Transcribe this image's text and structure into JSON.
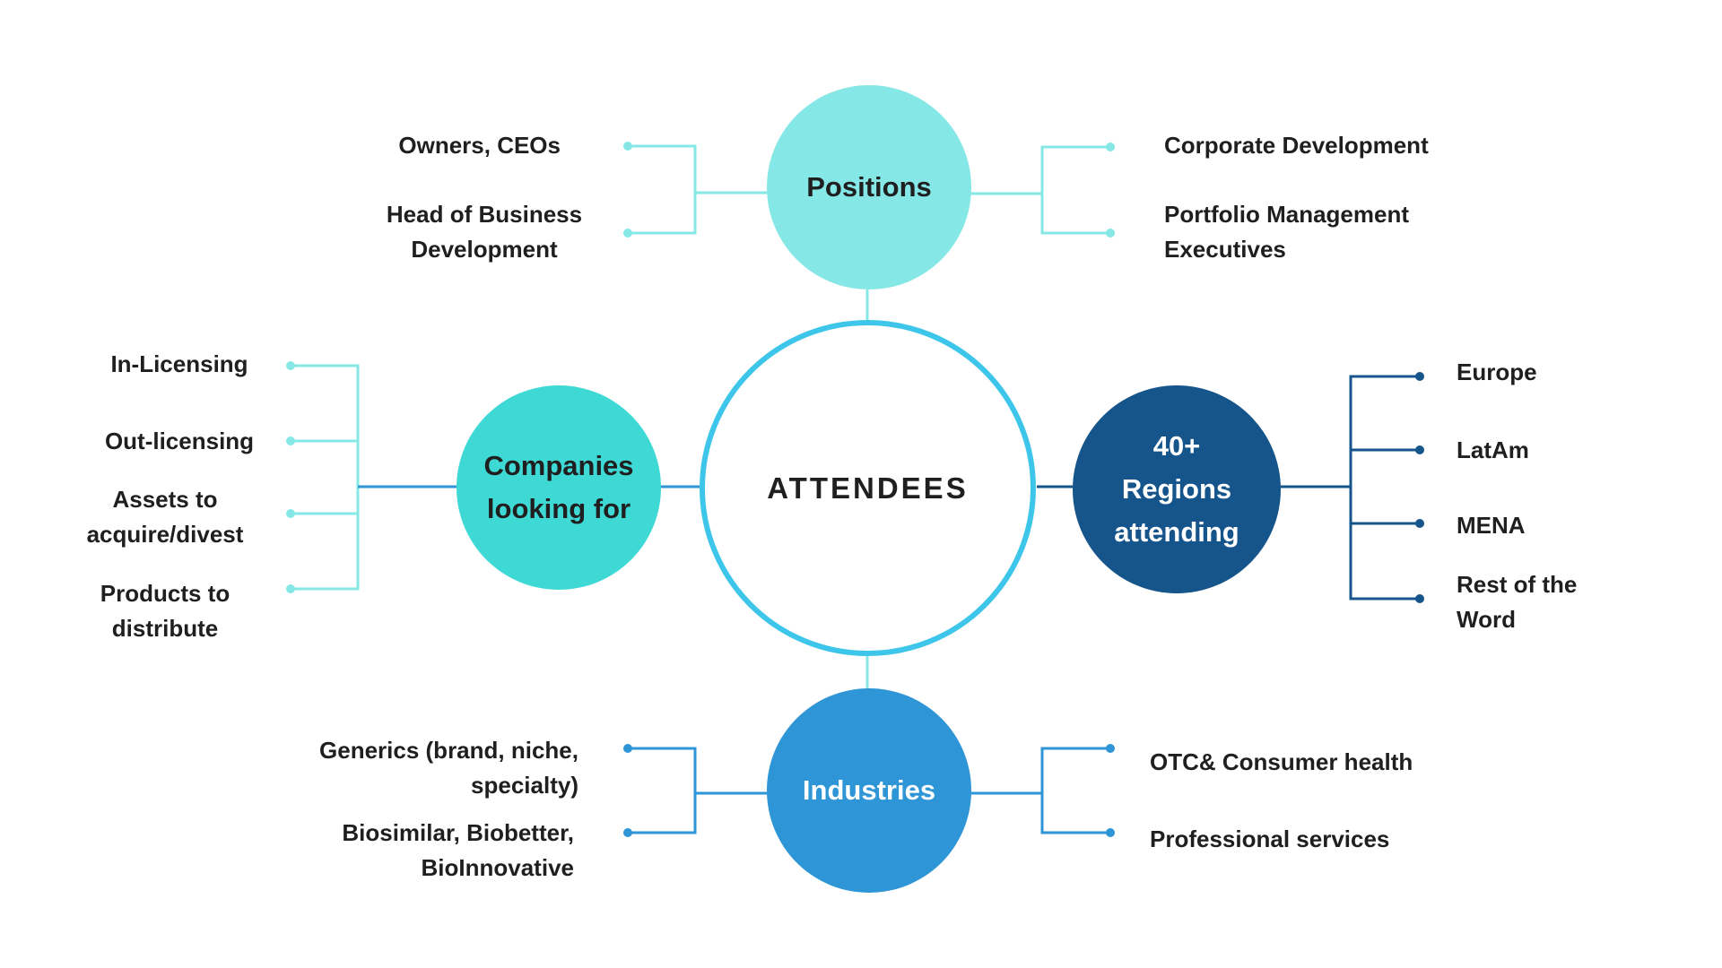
{
  "center": {
    "label": "ATTENDEES",
    "color": "#3ec6ea"
  },
  "positions": {
    "label": "Positions",
    "color": "#86e8e6",
    "left": [
      {
        "lines": [
          "Owners, CEOs"
        ]
      },
      {
        "lines": [
          "Head of Business",
          "Development"
        ]
      }
    ],
    "right": [
      {
        "lines": [
          "Corporate Development"
        ]
      },
      {
        "lines": [
          "Portfolio Management",
          "Executives"
        ]
      }
    ]
  },
  "companies": {
    "lines": [
      "Companies",
      "looking for"
    ],
    "color": "#3fd9d5",
    "line_color": "#86e8e6",
    "items": [
      {
        "lines": [
          "In-Licensing"
        ]
      },
      {
        "lines": [
          "Out-licensing"
        ]
      },
      {
        "lines": [
          "Assets to",
          "acquire/divest"
        ]
      },
      {
        "lines": [
          "Products to",
          "distribute"
        ]
      }
    ]
  },
  "regions": {
    "lines": [
      "40+",
      "Regions",
      "attending"
    ],
    "color": "#16548c",
    "items": [
      {
        "lines": [
          "Europe"
        ]
      },
      {
        "lines": [
          "LatAm"
        ]
      },
      {
        "lines": [
          "MENA"
        ]
      },
      {
        "lines": [
          "Rest of the",
          "Word"
        ]
      }
    ]
  },
  "industries": {
    "label": "Industries",
    "color": "#2e95d6",
    "left": [
      {
        "lines": [
          "Generics (brand, niche,",
          "specialty)"
        ]
      },
      {
        "lines": [
          "Biosimilar, Biobetter,",
          "BioInnovative"
        ]
      }
    ],
    "right": [
      {
        "lines": [
          "OTC& Consumer health"
        ]
      },
      {
        "lines": [
          "Professional services"
        ]
      }
    ]
  }
}
